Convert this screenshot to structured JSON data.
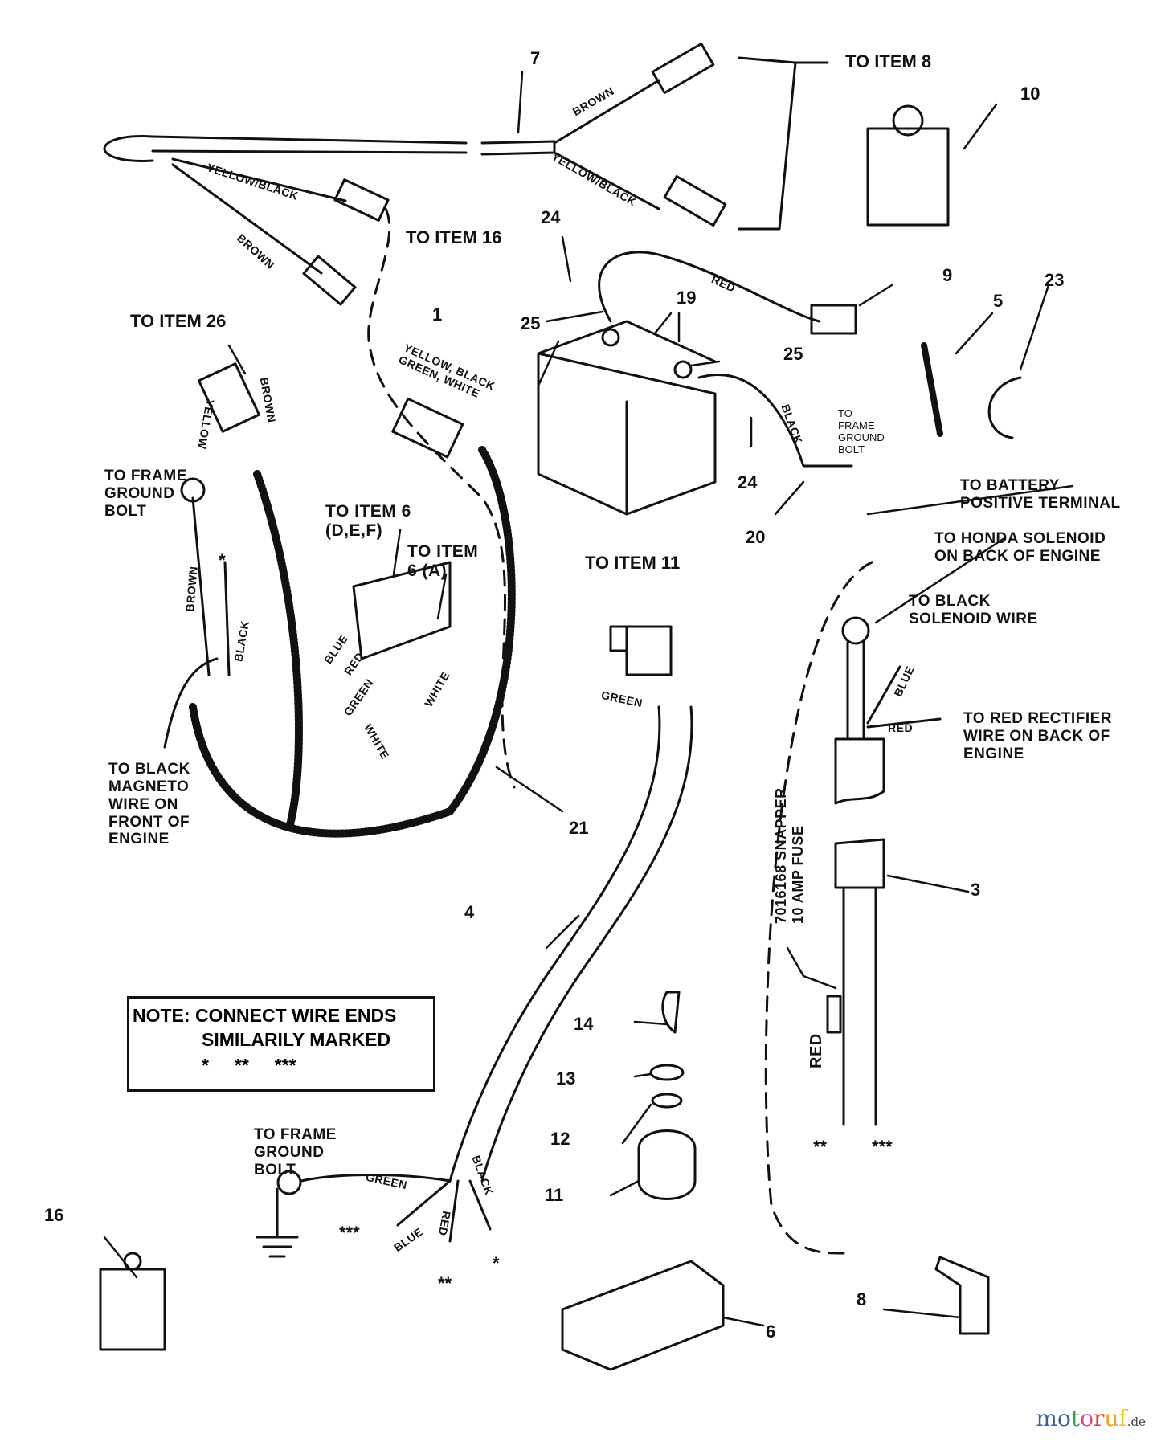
{
  "diagram": {
    "title": "Wiring harness exploded diagram",
    "callouts": [
      {
        "id": "to-item-8",
        "text": "TO ITEM 8"
      },
      {
        "id": "to-item-16",
        "text": "TO ITEM 16"
      },
      {
        "id": "to-item-26",
        "text": "TO ITEM 26"
      },
      {
        "id": "to-frame-ground-bolt-left",
        "text": "TO FRAME\nGROUND\nBOLT"
      },
      {
        "id": "to-item-6-def",
        "text": "TO ITEM 6\n(D,E,F)"
      },
      {
        "id": "to-item-6-a",
        "text": "TO ITEM\n6 (A)"
      },
      {
        "id": "to-item-11",
        "text": "TO ITEM 11"
      },
      {
        "id": "to-black-magneto",
        "text": "TO BLACK\nMAGNETO\nWIRE ON\nFRONT OF\nENGINE"
      },
      {
        "id": "to-battery-positive",
        "text": "TO BATTERY\nPOSITIVE TERMINAL"
      },
      {
        "id": "to-honda-solenoid",
        "text": "TO HONDA SOLENOID\nON BACK OF ENGINE"
      },
      {
        "id": "to-black-solenoid",
        "text": "TO BLACK\nSOLENOID WIRE"
      },
      {
        "id": "to-red-rectifier",
        "text": "TO RED RECTIFIER\nWIRE ON BACK OF\nENGINE"
      },
      {
        "id": "to-frame-ground-bolt-battery",
        "text": "TO\nFRAME\nGROUND\nBOLT"
      },
      {
        "id": "to-frame-ground-bolt-bottom",
        "text": "TO FRAME\nGROUND\nBOLT"
      },
      {
        "id": "fuse-label",
        "text": "7016168 SNAPPER\n10 AMP FUSE"
      }
    ],
    "part_numbers": [
      "7",
      "10",
      "24",
      "9",
      "5",
      "23",
      "19",
      "25",
      "1",
      "25",
      "24",
      "20",
      "21",
      "4",
      "3",
      "14",
      "13",
      "12",
      "11",
      "16",
      "6",
      "8"
    ],
    "wire_colors": {
      "brown": "BROWN",
      "yellow_black": "YELLOW/BLACK",
      "red": "RED",
      "black": "BLACK",
      "yellow": "YELLOW",
      "blue": "BLUE",
      "green": "GREEN",
      "white": "WHITE",
      "multi": "YELLOW, BLACK\nGREEN, WHITE"
    },
    "markers": {
      "one": "*",
      "two": "**",
      "three": "***"
    },
    "note": {
      "line1": "NOTE: CONNECT WIRE ENDS",
      "line2": "SIMILARILY MARKED",
      "line3": "*     **     ***"
    }
  },
  "watermark": {
    "letters": [
      {
        "ch": "m",
        "color": "#3b5ba5"
      },
      {
        "ch": "o",
        "color": "#3b5ba5"
      },
      {
        "ch": "t",
        "color": "#3aa04a"
      },
      {
        "ch": "o",
        "color": "#d9488f"
      },
      {
        "ch": "r",
        "color": "#e0412b"
      },
      {
        "ch": "u",
        "color": "#f0a21c"
      },
      {
        "ch": "f",
        "color": "#f0c21c"
      }
    ],
    "suffix": ".de"
  }
}
